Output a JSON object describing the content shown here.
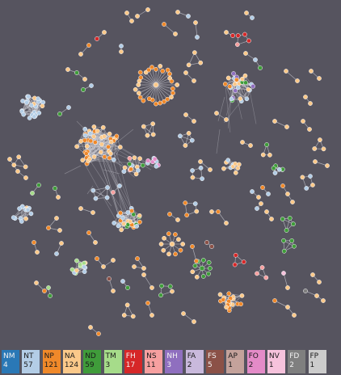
{
  "legend": [
    {
      "code": "NM",
      "count": "4",
      "color": "#2a78b6",
      "dark_text": true
    },
    {
      "code": "NT",
      "count": "57",
      "color": "#b3cde6",
      "dark_text": false
    },
    {
      "code": "NP",
      "count": "121",
      "color": "#f0892a",
      "dark_text": false
    },
    {
      "code": "NA",
      "count": "124",
      "color": "#fbc98a",
      "dark_text": false
    },
    {
      "code": "ND",
      "count": "59",
      "color": "#3f9c3a",
      "dark_text": false
    },
    {
      "code": "TM",
      "count": "3",
      "color": "#a6dc8a",
      "dark_text": false
    },
    {
      "code": "FH",
      "count": "17",
      "color": "#d62728",
      "dark_text": true
    },
    {
      "code": "NS",
      "count": "11",
      "color": "#f7a0a0",
      "dark_text": false
    },
    {
      "code": "NH",
      "count": "3",
      "color": "#8f6fbf",
      "dark_text": true
    },
    {
      "code": "FA",
      "count": "2",
      "color": "#c9b9dc",
      "dark_text": false
    },
    {
      "code": "FS",
      "count": "5",
      "color": "#8b5147",
      "dark_text": true
    },
    {
      "code": "AP",
      "count": "1",
      "color": "#c4a29b",
      "dark_text": false
    },
    {
      "code": "FO",
      "count": "2",
      "color": "#e48bc8",
      "dark_text": false
    },
    {
      "code": "NV",
      "count": "1",
      "color": "#f6c2dc",
      "dark_text": false
    },
    {
      "code": "FD",
      "count": "2",
      "color": "#7f7f7f",
      "dark_text": true
    },
    {
      "code": "FP",
      "count": "1",
      "color": "#cccccc",
      "dark_text": false
    }
  ],
  "colors": {
    "background": "#56545f",
    "edge": "#c8c8d0",
    "node_stroke": "#ffffff"
  }
}
